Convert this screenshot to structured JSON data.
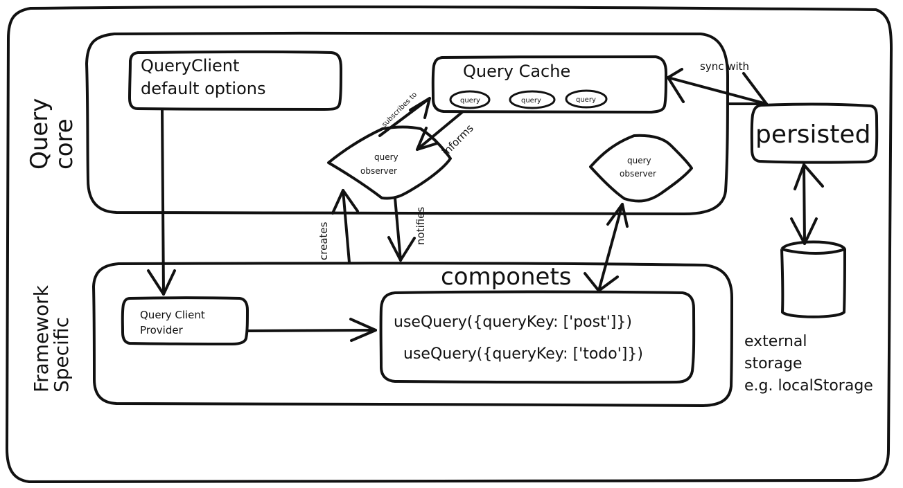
{
  "outer_frame": {
    "label": ""
  },
  "sections": {
    "query_core": {
      "line1": "Query",
      "line2": "core"
    },
    "framework_specific": {
      "line1": "Framework",
      "line2": "Specific"
    }
  },
  "query_client_default": {
    "line1": "QueryClient",
    "line2": "default options"
  },
  "query_cache": {
    "title": "Query Cache",
    "queries": [
      "query",
      "query",
      "query"
    ]
  },
  "observers": [
    {
      "line1": "query",
      "line2": "observer"
    },
    {
      "line1": "query",
      "line2": "observer"
    }
  ],
  "persisted": {
    "label": "persisted"
  },
  "components": {
    "title": "componets"
  },
  "query_client_provider": {
    "line1": "Query Client",
    "line2": "Provider"
  },
  "use_queries": [
    "useQuery({queryKey: ['post']})",
    "useQuery({queryKey: ['todo']})"
  ],
  "external_storage": {
    "line1": "external",
    "line2": "storage",
    "line3": "e.g. localStorage"
  },
  "arrows": {
    "subscribes_to": "subscribes to",
    "informs": "informs",
    "creates": "creates",
    "notifies": "notifies",
    "sync_with": "sync with"
  }
}
